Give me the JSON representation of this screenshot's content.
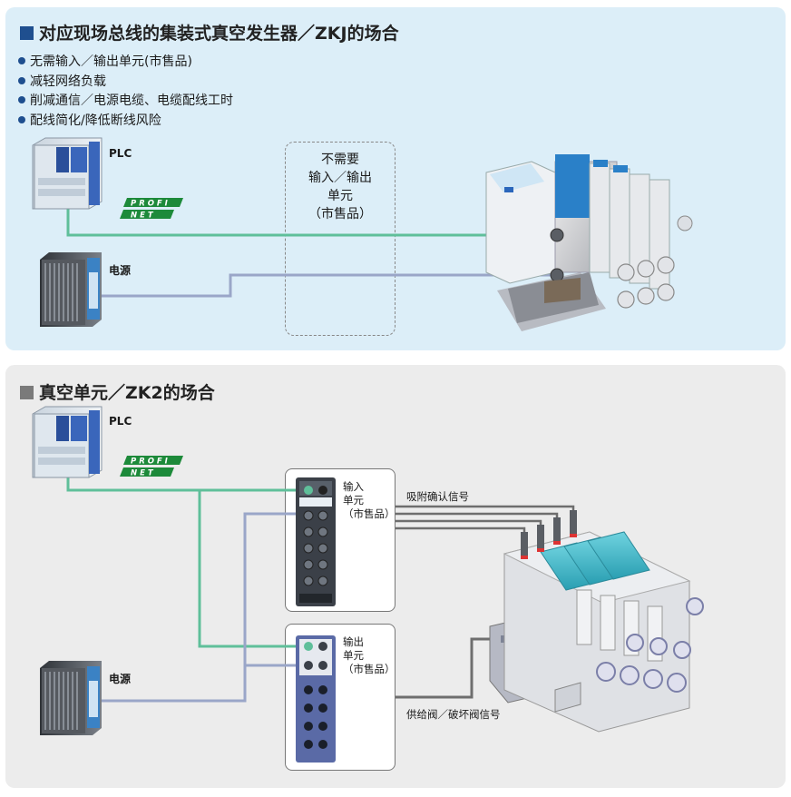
{
  "top": {
    "title": "对应现场总线的集装式真空发生器／ZKJ的场合",
    "bullets": [
      "无需输入／输出单元(市售品)",
      "减轻网络负载",
      "削减通信／电源电缆、电缆配线工时",
      "配线简化/降低断线风险"
    ],
    "plc_label": "PLC",
    "power_label": "电源",
    "not_needed": [
      "不需要",
      "输入／输出",
      "单元",
      "（市售品）"
    ]
  },
  "bottom": {
    "title": "真空单元／ZK2的场合",
    "plc_label": "PLC",
    "power_label": "电源",
    "input_unit": [
      "输入",
      "单元",
      "（市售品）"
    ],
    "output_unit": [
      "输出",
      "单元",
      "（市售品）"
    ],
    "signal_confirm": "吸附确认信号",
    "signal_valve": "供给阀／破坏阀信号"
  },
  "colors": {
    "title_square_top": "#1f4f8f",
    "title_square_bottom": "#7a7a7a",
    "network_line": "#5fbf9a",
    "power_line": "#9aa6c8",
    "signal_line": "#6e6e6e",
    "profinet_green": "#1d8a3a"
  },
  "icons": [
    "plc-icon",
    "power-supply-icon",
    "profinet-logo",
    "vacuum-ejector-manifold-image",
    "vacuum-unit-manifold-image",
    "io-module-image"
  ]
}
